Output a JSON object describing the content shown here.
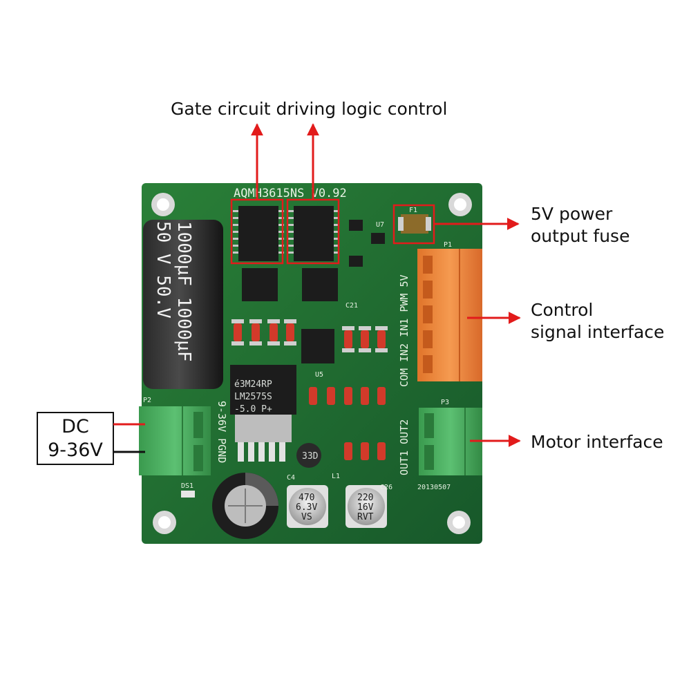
{
  "annotations": {
    "gate_circuit": "Gate circuit driving logic control",
    "fuse_line1": "5V power",
    "fuse_line2": "output fuse",
    "control_line1": "Control",
    "control_line2": "signal interface",
    "motor": "Motor interface",
    "dc_line1": "DC",
    "dc_line2": "9-36V"
  },
  "board": {
    "model": "AQMH3615NS  V0.92",
    "date_code": "20130507",
    "regulator_line1": "é3M24RP",
    "regulator_line2": "LM2575S",
    "regulator_line3": "-5.0  P+",
    "big_cap_line1": "1000µF 1000µF",
    "big_cap_line2": "50 V   50.V",
    "cap_470_line1": "470",
    "cap_470_line2": "6.3V",
    "cap_470_line3": "VS",
    "cap_220_line1": "220",
    "cap_220_line2": "16V",
    "cap_220_line3": "RVT",
    "inductor_label": "33D",
    "vertical_pins": "COM IN2 IN1 PWM 5V",
    "vertical_out": "OUT1 OUT2",
    "vertical_power": "9-36V PGND",
    "labels": {
      "p1": "P1",
      "p2": "P2",
      "p3": "P3",
      "u5": "U5",
      "u7": "U7",
      "f1": "F1",
      "ds1": "DS1",
      "c4": "C4",
      "c26": "C26",
      "c21": "C21",
      "l1": "L1"
    }
  },
  "colors": {
    "annotation_red": "#e21b1b",
    "pcb_green": "#1f6e2c",
    "terminal_orange": "#f08a3c",
    "terminal_green": "#43a85a"
  }
}
